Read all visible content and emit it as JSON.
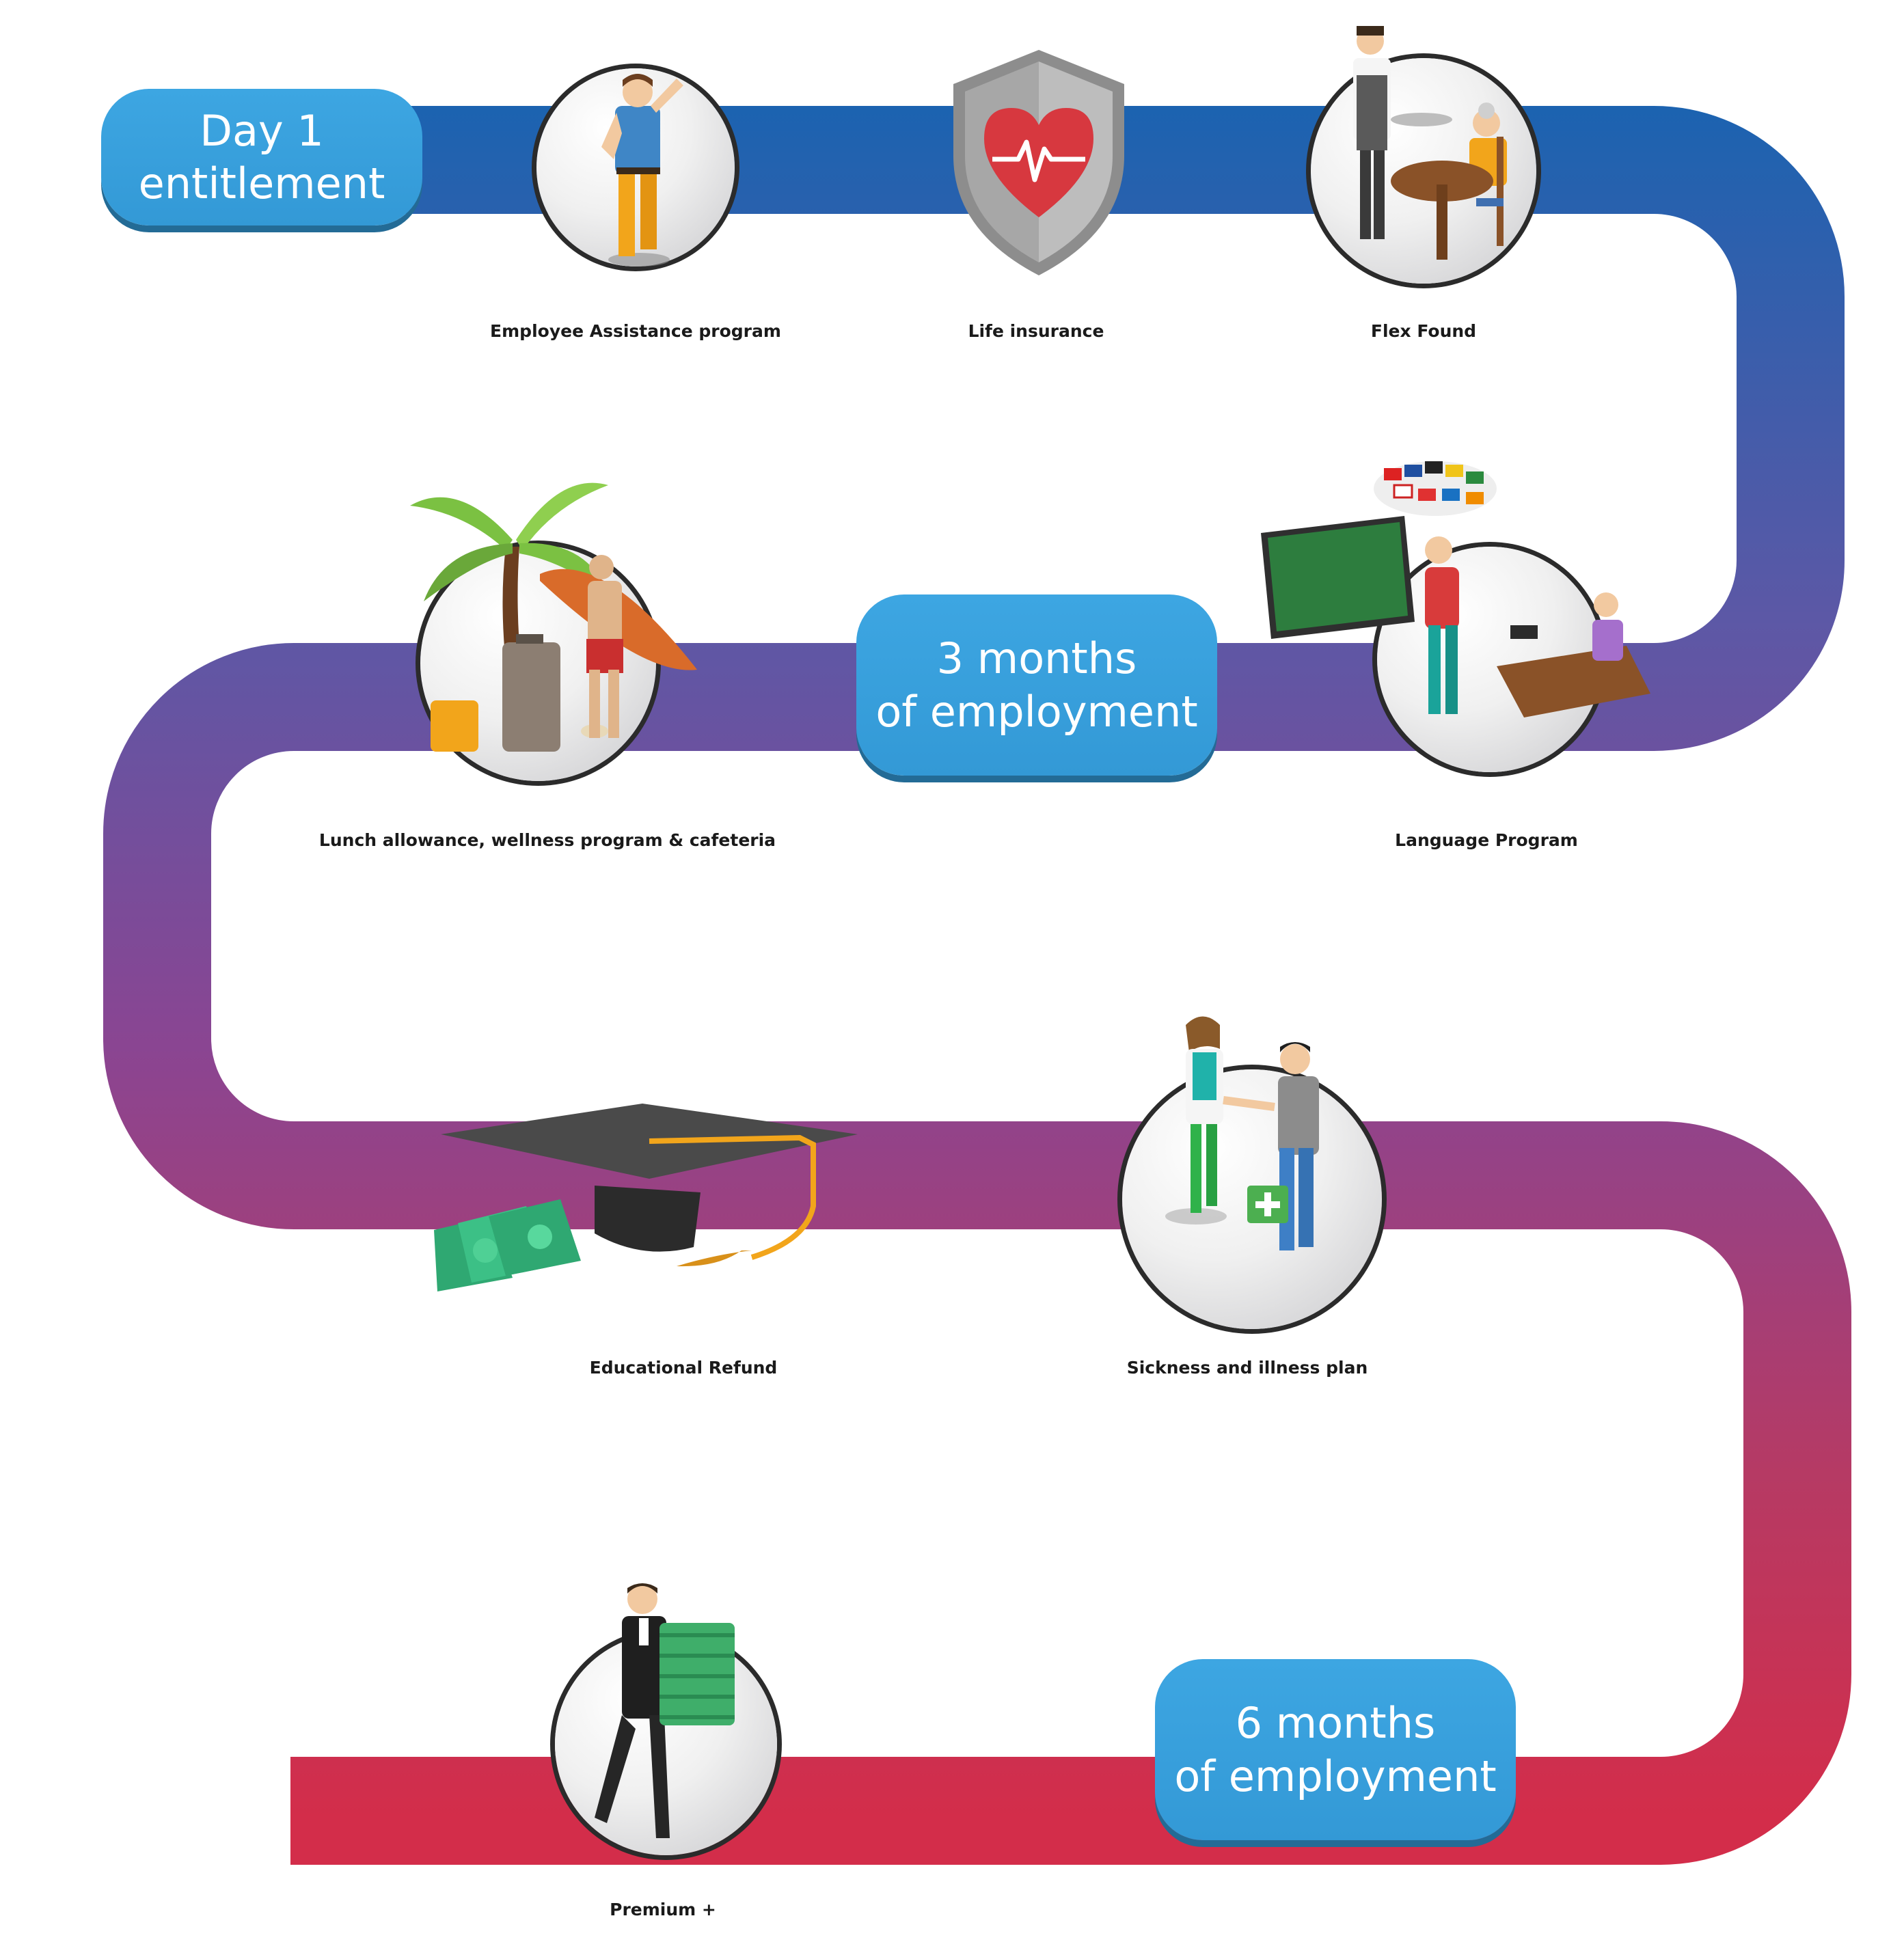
{
  "milestones": {
    "day1": {
      "line1": "Day 1",
      "line2": "entitlement"
    },
    "three_months": {
      "line1": "3 months",
      "line2": "of employment"
    },
    "six_months": {
      "line1": "6 months",
      "line2": "of employment"
    }
  },
  "benefits": {
    "employee_assistance": "Employee Assistance program",
    "life_insurance": "Life insurance",
    "flex_found": "Flex Found",
    "lunch_allowance": "Lunch allowance, wellness program & cafeteria",
    "language_program": "Language Program",
    "educational_refund": "Educational Refund",
    "sickness_plan": "Sickness and illness plan",
    "premium_plus": "Premium +"
  },
  "colors": {
    "path_top": "#1b63b0",
    "path_middle": "#7b4a9b",
    "path_bottom": "#d32d4a",
    "milestone_fill": "#3399d6"
  }
}
